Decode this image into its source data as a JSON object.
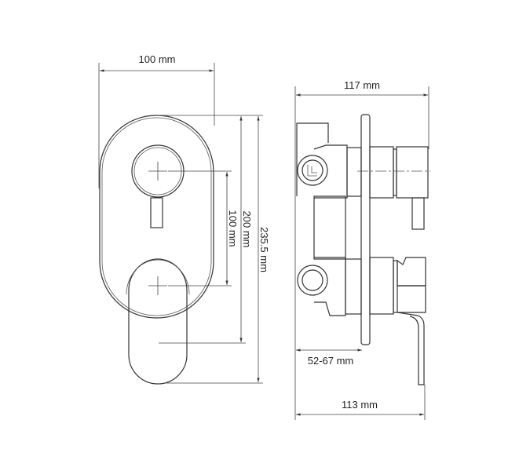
{
  "front_view": {
    "width_label": "100 mm",
    "center_distance_label": "100 mm",
    "plate_height_label": "200 mm",
    "total_height_label": "235.5 mm"
  },
  "side_view": {
    "top_depth_label": "117 mm",
    "wall_depth_label": "52-67 mm",
    "bottom_depth_label": "113 mm"
  },
  "line_color": "#333333"
}
